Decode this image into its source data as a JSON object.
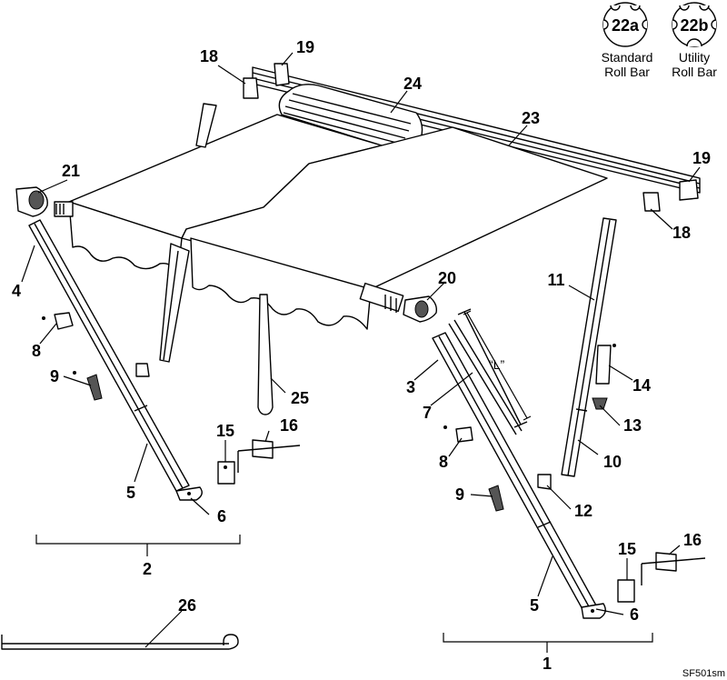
{
  "figure_code": "SF501sm",
  "quote_label": "“L”",
  "legend": {
    "standard": {
      "id": "22a",
      "line1": "Standard",
      "line2": "Roll Bar"
    },
    "utility": {
      "id": "22b",
      "line1": "Utility",
      "line2": "Roll Bar"
    }
  },
  "callouts": [
    {
      "key": "c1",
      "text": "1"
    },
    {
      "key": "c2",
      "text": "2"
    },
    {
      "key": "c3",
      "text": "3"
    },
    {
      "key": "c4",
      "text": "4"
    },
    {
      "key": "c5a",
      "text": "5"
    },
    {
      "key": "c5b",
      "text": "5"
    },
    {
      "key": "c6a",
      "text": "6"
    },
    {
      "key": "c6b",
      "text": "6"
    },
    {
      "key": "c7",
      "text": "7"
    },
    {
      "key": "c8a",
      "text": "8"
    },
    {
      "key": "c8b",
      "text": "8"
    },
    {
      "key": "c9a",
      "text": "9"
    },
    {
      "key": "c9b",
      "text": "9"
    },
    {
      "key": "c10",
      "text": "10"
    },
    {
      "key": "c11",
      "text": "11"
    },
    {
      "key": "c12",
      "text": "12"
    },
    {
      "key": "c13",
      "text": "13"
    },
    {
      "key": "c14",
      "text": "14"
    },
    {
      "key": "c15a",
      "text": "15"
    },
    {
      "key": "c15b",
      "text": "15"
    },
    {
      "key": "c16a",
      "text": "16"
    },
    {
      "key": "c16b",
      "text": "16"
    },
    {
      "key": "c18a",
      "text": "18"
    },
    {
      "key": "c18b",
      "text": "18"
    },
    {
      "key": "c19a",
      "text": "19"
    },
    {
      "key": "c19b",
      "text": "19"
    },
    {
      "key": "c20",
      "text": "20"
    },
    {
      "key": "c21",
      "text": "21"
    },
    {
      "key": "c23",
      "text": "23"
    },
    {
      "key": "c24",
      "text": "24"
    },
    {
      "key": "c25",
      "text": "25"
    },
    {
      "key": "c26",
      "text": "26"
    }
  ]
}
